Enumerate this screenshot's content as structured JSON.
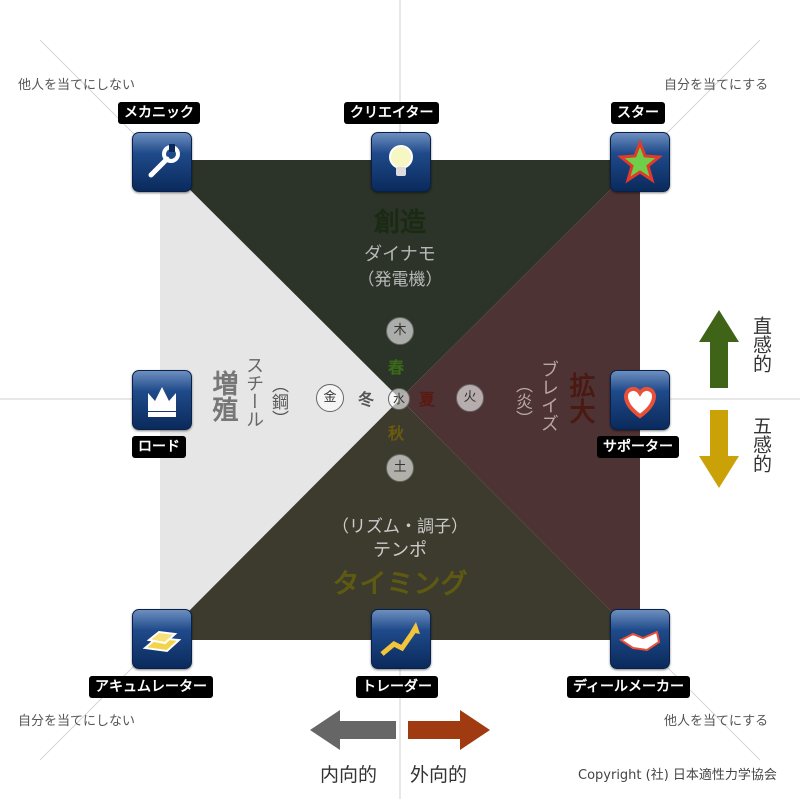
{
  "corner_captions": {
    "top_left": "他人を当てにしない",
    "top_right": "自分を当てにする",
    "bottom_left": "自分を当てにしない",
    "bottom_right": "他人を当てにする"
  },
  "types": {
    "mechanic": "メカニック",
    "creator": "クリエイター",
    "star": "スター",
    "lord": "ロード",
    "supporter": "サポーター",
    "accumulator": "アキュムレーター",
    "trader": "トレーダー",
    "dealmaker": "ディールメーカー"
  },
  "regions": {
    "top": {
      "title": "創造",
      "sub": "ダイナモ",
      "paren": "（発電機）"
    },
    "right": {
      "title": "拡大",
      "sub": "ブレイズ",
      "paren": "（炎）"
    },
    "left": {
      "title": "増殖",
      "sub": "スチール",
      "paren": "（鋼）"
    },
    "bottom": {
      "title": "タイミング",
      "sub": "テンポ",
      "paren": "（リズム・調子）"
    }
  },
  "elements": {
    "wood": "木",
    "fire": "火",
    "earth": "土",
    "metal": "金",
    "water": "水",
    "spring": "春",
    "summer": "夏",
    "autumn": "秋",
    "winter": "冬"
  },
  "legend": {
    "intuition": "直感的",
    "five_senses": "五感的",
    "introvert": "内向的",
    "extrovert": "外向的"
  },
  "copyright": "Copyright (社) 日本適性力学協会",
  "colors": {
    "top_region": "#2c3328",
    "right_region": "#4e3335",
    "bottom_region": "#3c3b2e",
    "left_region": "#e6e6e6",
    "up_arrow": "#3f6417",
    "down_arrow": "#caa208",
    "left_arrow": "#666666",
    "right_arrow": "#a03a10"
  }
}
